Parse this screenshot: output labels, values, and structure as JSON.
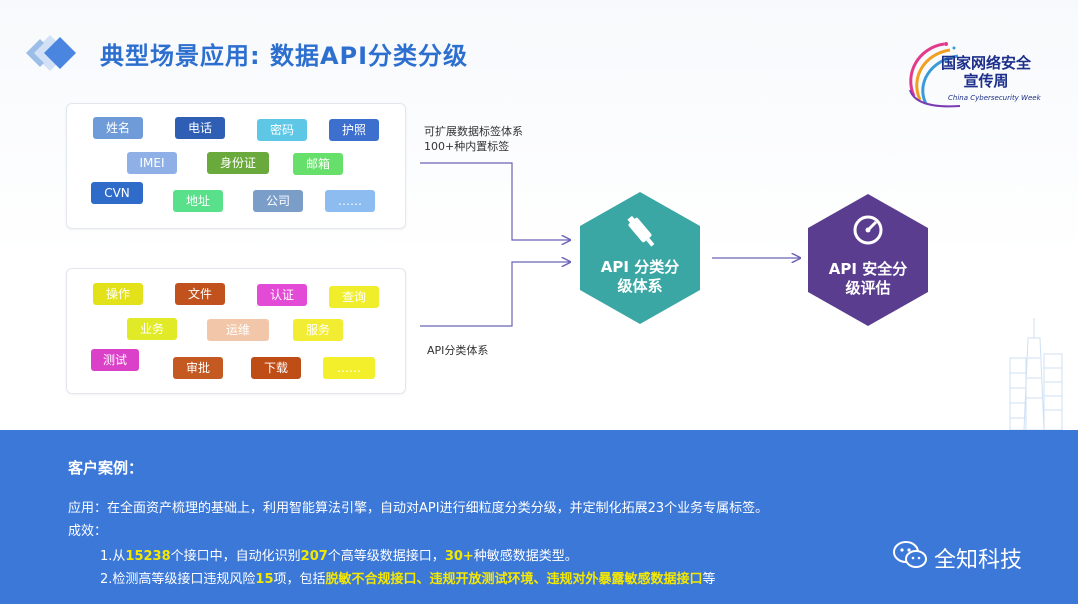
{
  "title": "典型场景应用: 数据API分类分级",
  "logo": {
    "line1": "国家网络安全",
    "line2": "宣传周",
    "en": "China Cybersecurity Week"
  },
  "top_box": {
    "tags": [
      {
        "text": "姓名",
        "color": "#6f9bd8"
      },
      {
        "text": "电话",
        "color": "#2e5fb5"
      },
      {
        "text": "密码",
        "color": "#5ec7e6"
      },
      {
        "text": "护照",
        "color": "#3d6fcf"
      },
      {
        "text": "IMEI",
        "color": "#8fb0e6"
      },
      {
        "text": "身份证",
        "color": "#6aaa3c"
      },
      {
        "text": "邮箱",
        "color": "#66e06a"
      },
      {
        "text": "CVN",
        "color": "#2f6bc9"
      },
      {
        "text": "地址",
        "color": "#58e08a"
      },
      {
        "text": "公司",
        "color": "#7b9ec9"
      },
      {
        "text": "……",
        "color": "#8cbcf0"
      }
    ],
    "label_line1": "可扩展数据标签体系",
    "label_line2": "100+种内置标签"
  },
  "bottom_box": {
    "tags": [
      {
        "text": "操作",
        "color": "#e3e21a"
      },
      {
        "text": "文件",
        "color": "#c1521d"
      },
      {
        "text": "认证",
        "color": "#e34bd6"
      },
      {
        "text": "查询",
        "color": "#f0ee2a"
      },
      {
        "text": "业务",
        "color": "#e0ea26"
      },
      {
        "text": "运维",
        "color": "#f2c6a8"
      },
      {
        "text": "服务",
        "color": "#f2ec33"
      },
      {
        "text": "测试",
        "color": "#db41c8"
      },
      {
        "text": "审批",
        "color": "#c45a22"
      },
      {
        "text": "下载",
        "color": "#be4d16"
      },
      {
        "text": "……",
        "color": "#f3ef2b"
      }
    ],
    "label": "API分类体系"
  },
  "hex1": {
    "line1": "API 分类分",
    "line2": "级体系",
    "color": "#3aa7a4",
    "icon": "usb-icon"
  },
  "hex2": {
    "line1": "API 安全分",
    "line2": "级评估",
    "color": "#5b3d8f",
    "icon": "gauge-icon"
  },
  "case": {
    "title": "客户案例：",
    "line1": "应用：在全面资产梳理的基础上，利用智能算法引擎，自动对API进行细粒度分类分级，并定制化拓展23个业务专属标签。",
    "line2": "成效：",
    "l3": {
      "a": "1.从",
      "b": "15238",
      "c": "个接口中，自动化识别",
      "d": "207",
      "e": "个高等级数据接口，",
      "f": "30+",
      "g": "种敏感数据类型。"
    },
    "l4": {
      "a": "2.检测高等级接口违规风险",
      "b": "15",
      "c": "项，包括",
      "d": "脱敏不合规接口、违规开放测试环境、违规对外暴露敏感数据接口",
      "e": "等"
    }
  },
  "wechat": {
    "name": "全知科技",
    "icon": "wechat-icon"
  }
}
